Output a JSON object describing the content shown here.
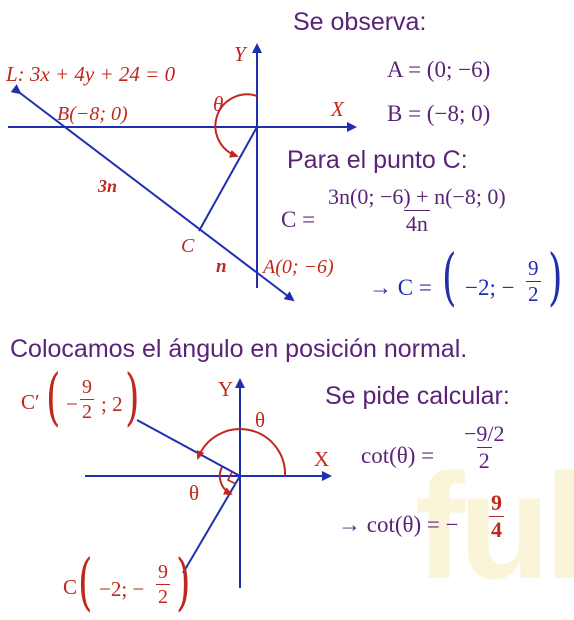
{
  "colors": {
    "axis_blue": "#1f2fb0",
    "line_blue": "#1f2fb0",
    "label_red": "#c0281e",
    "text_purple": "#5a2378",
    "watermark": "#faf5d8"
  },
  "section1": {
    "header": "Se observa:",
    "point_A": "A = (0; −6)",
    "point_B": "B = (−8; 0)",
    "para_C": "Para el punto C:",
    "c_label": "C =",
    "c_numerator": "3n(0; −6) + n(−8; 0)",
    "c_denominator": "4n",
    "c_result_prefix": "→ C =",
    "c_result_x": "−2; −",
    "c_result_num": "9",
    "c_result_den": "2"
  },
  "diagram1": {
    "line_label": "L: 3x + 4y + 24 = 0",
    "x_axis": "X",
    "y_axis": "Y",
    "theta": "θ",
    "point_B": "B(−8; 0)",
    "point_A": "A(0; −6)",
    "point_C": "C",
    "seg_3n": "3n",
    "seg_n": "n"
  },
  "section2": {
    "header": "Colocamos el ángulo en posición normal.",
    "pide": "Se pide calcular:",
    "cot_label": "cot(θ) =",
    "cot_num": "−9/2",
    "cot_den": "2",
    "final_prefix": "→ cot(θ) = −",
    "final_num": "9",
    "final_den": "4"
  },
  "diagram2": {
    "x_axis": "X",
    "y_axis": "Y",
    "theta_outer": "θ",
    "theta_inner": "θ",
    "cprime_label": "C′",
    "cprime_coord_prefix": "−",
    "cprime_num": "9",
    "cprime_den": "2",
    "cprime_coord_suffix": "; 2",
    "c_label": "C",
    "c_coord_prefix": "−2; −",
    "c_num": "9",
    "c_den": "2"
  }
}
